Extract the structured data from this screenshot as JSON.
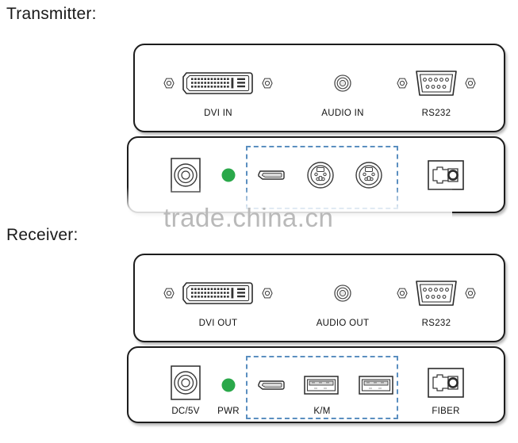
{
  "headings": {
    "transmitter": "Transmitter:",
    "receiver": "Receiver:"
  },
  "watermark": {
    "text": "trade.china.cn"
  },
  "colors": {
    "led_green": "#2aa84a",
    "dashed_highlight": "#5b8fc0",
    "panel_outline": "#1c1c1c",
    "watermark_gray": "#b9b9b9"
  },
  "panels": {
    "transmitter_front": {
      "name": "Transmitter front panel",
      "ports": [
        {
          "icon": "dvi-connector-icon",
          "label": "DVI IN"
        },
        {
          "icon": "audio-jack-icon",
          "label": "AUDIO IN"
        },
        {
          "icon": "db9-serial-icon",
          "label": "RS232"
        }
      ]
    },
    "transmitter_rear": {
      "name": "Transmitter rear panel",
      "ports": [
        {
          "icon": "dc-power-jack-icon",
          "label": ""
        },
        {
          "icon": "power-led-icon",
          "label": ""
        },
        {
          "icon": "mini-usb-icon",
          "label": ""
        },
        {
          "icon": "ps2-port-icon",
          "label": ""
        },
        {
          "icon": "ps2-port-icon",
          "label": ""
        },
        {
          "icon": "fiber-port-icon",
          "label": ""
        }
      ]
    },
    "receiver_front": {
      "name": "Receiver front panel",
      "ports": [
        {
          "icon": "dvi-connector-icon",
          "label": "DVI OUT"
        },
        {
          "icon": "audio-jack-icon",
          "label": "AUDIO OUT"
        },
        {
          "icon": "db9-serial-icon",
          "label": "RS232"
        }
      ]
    },
    "receiver_rear": {
      "name": "Receiver rear panel",
      "ports": [
        {
          "icon": "dc-power-jack-icon",
          "label": "DC/5V"
        },
        {
          "icon": "power-led-icon",
          "label": "PWR"
        },
        {
          "icon": "mini-usb-icon",
          "label": ""
        },
        {
          "icon": "usb-a-port-icon",
          "label": ""
        },
        {
          "icon": "usb-a-port-icon",
          "label": ""
        },
        {
          "icon": "km-group-icon",
          "label": "K/M"
        },
        {
          "icon": "fiber-port-icon",
          "label": "FIBER"
        }
      ]
    }
  }
}
